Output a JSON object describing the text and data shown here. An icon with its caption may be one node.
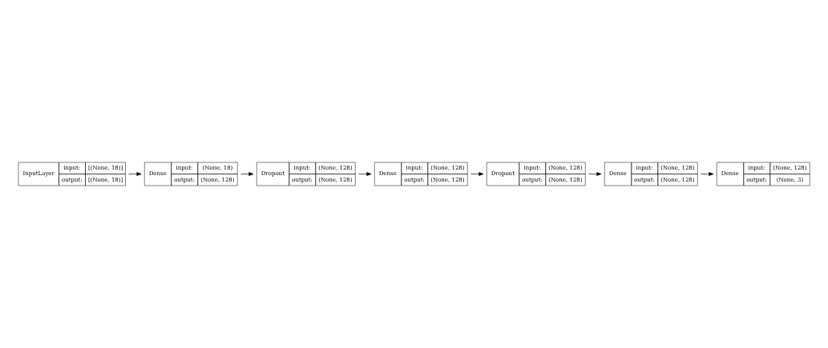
{
  "diagram": {
    "nodes": [
      {
        "text": [
          "InputLayer",
          "input:",
          "[(None, 18)]",
          "output:",
          "[(None, 18)]"
        ]
      },
      {
        "text": [
          "Dense",
          "input:",
          "(None, 18)",
          "output:",
          "(None, 128)"
        ]
      },
      {
        "text": [
          "Dropout",
          "input:",
          "(None, 128)",
          "output:",
          "(None, 128)"
        ]
      },
      {
        "text": [
          "Dense",
          "input:",
          "(None, 128)",
          "output:",
          "(None, 128)"
        ]
      },
      {
        "text": [
          "Dropout",
          "input:",
          "(None, 128)",
          "output:",
          "(None, 128)"
        ]
      },
      {
        "text": [
          "Dense",
          "input:",
          "(None, 128)",
          "output:",
          "(None, 128)"
        ]
      },
      {
        "text": [
          "Dense",
          "input:",
          "(None, 128)",
          "output:",
          "(None, 3)"
        ]
      }
    ],
    "edges": [
      {
        "from": 0,
        "to": 1,
        "arrow": "to"
      },
      {
        "from": 1,
        "to": 2,
        "arrow": "to"
      },
      {
        "from": 2,
        "to": 3,
        "arrow": "to"
      },
      {
        "from": 3,
        "to": 4,
        "arrow": "to"
      },
      {
        "from": 4,
        "to": 5,
        "arrow": "to"
      },
      {
        "from": 5,
        "to": 6,
        "arrow": "to"
      }
    ]
  }
}
